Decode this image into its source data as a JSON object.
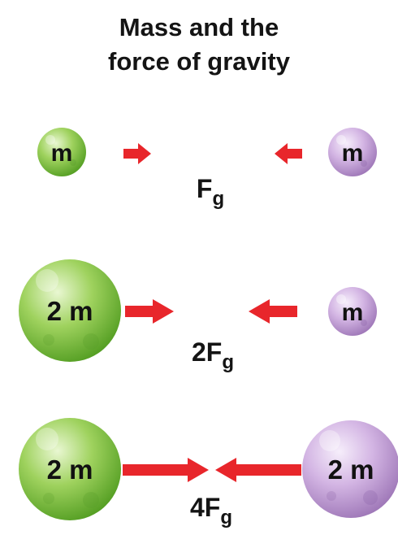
{
  "title": {
    "line1": "Mass and the",
    "line2": "force of gravity"
  },
  "rows": [
    {
      "left_label": "m",
      "right_label": "m",
      "force_coeff": "",
      "force_symbol": "F",
      "force_sub": "g"
    },
    {
      "left_label": "2 m",
      "right_label": "m",
      "force_coeff": "2",
      "force_symbol": "F",
      "force_sub": "g"
    },
    {
      "left_label": "2 m",
      "right_label": "2 m",
      "force_coeff": "4",
      "force_symbol": "F",
      "force_sub": "g"
    }
  ],
  "colors": {
    "green_sphere": "#7cc242",
    "purple_sphere": "#c8a8dc",
    "arrow": "#e8262b",
    "text": "#141414"
  }
}
